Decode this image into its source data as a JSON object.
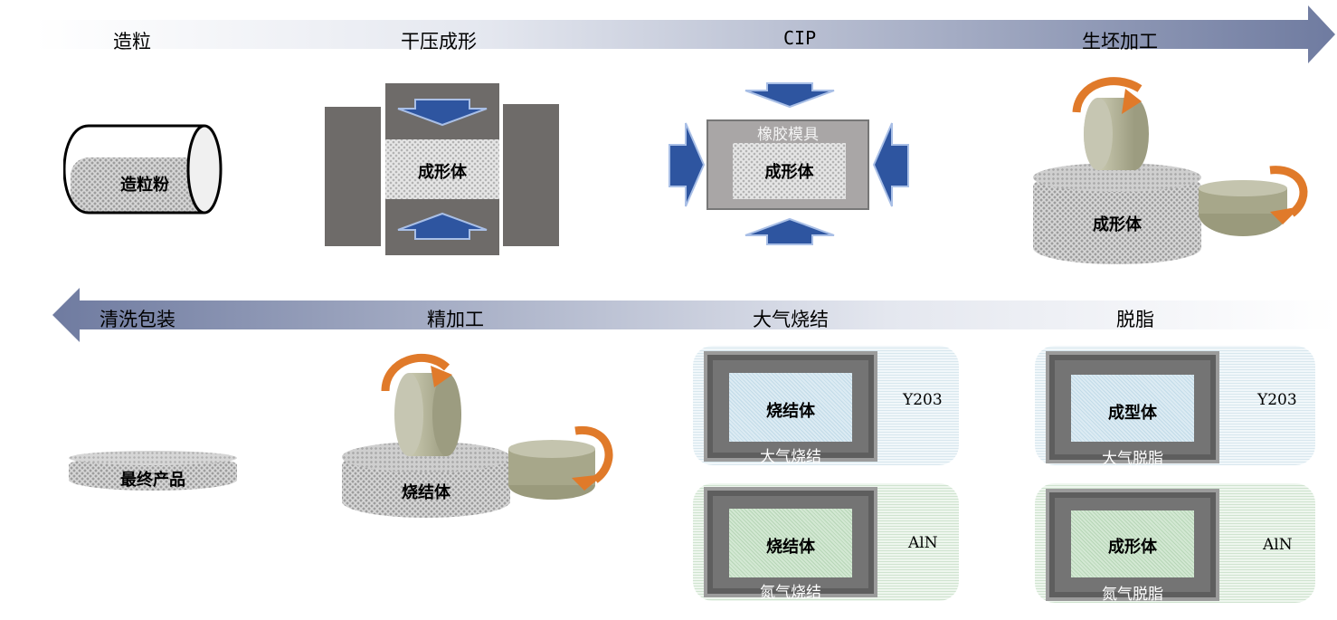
{
  "colors": {
    "arrow_blue": "#2e55a0",
    "press_gray": "#6e6b69",
    "mold_gray": "#a9a6a6",
    "orange": "#e07a2a",
    "stone_light": "#bfbfa8",
    "stone_dark": "#9a9a7c",
    "furnace_gray": "#747474"
  },
  "top_flow": {
    "steps": [
      "造粒",
      "干压成形",
      "CIP",
      "生坯加工"
    ]
  },
  "bottom_flow": {
    "steps": [
      "清洗包装",
      "精加工",
      "大气烧结",
      "脱脂"
    ]
  },
  "granulation": {
    "drum_label": "造粒粉"
  },
  "dry_press": {
    "body_label": "成形体"
  },
  "cip": {
    "mold_label": "橡胶模具",
    "body_label": "成形体"
  },
  "green_machining": {
    "body_label": "成形体"
  },
  "final": {
    "product_label": "最终产品"
  },
  "finishing": {
    "body_label": "烧结体"
  },
  "sintering": {
    "top": {
      "body_label": "烧结体",
      "bottom_label": "大气烧结",
      "material": "Y203"
    },
    "bottom": {
      "body_label": "烧结体",
      "bottom_label": "氮气烧结",
      "material": "AlN"
    }
  },
  "debinding": {
    "top": {
      "body_label": "成型体",
      "bottom_label": "大气脱脂",
      "material": "Y203"
    },
    "bottom": {
      "body_label": "成形体",
      "bottom_label": "氮气脱脂",
      "material": "AlN"
    }
  }
}
